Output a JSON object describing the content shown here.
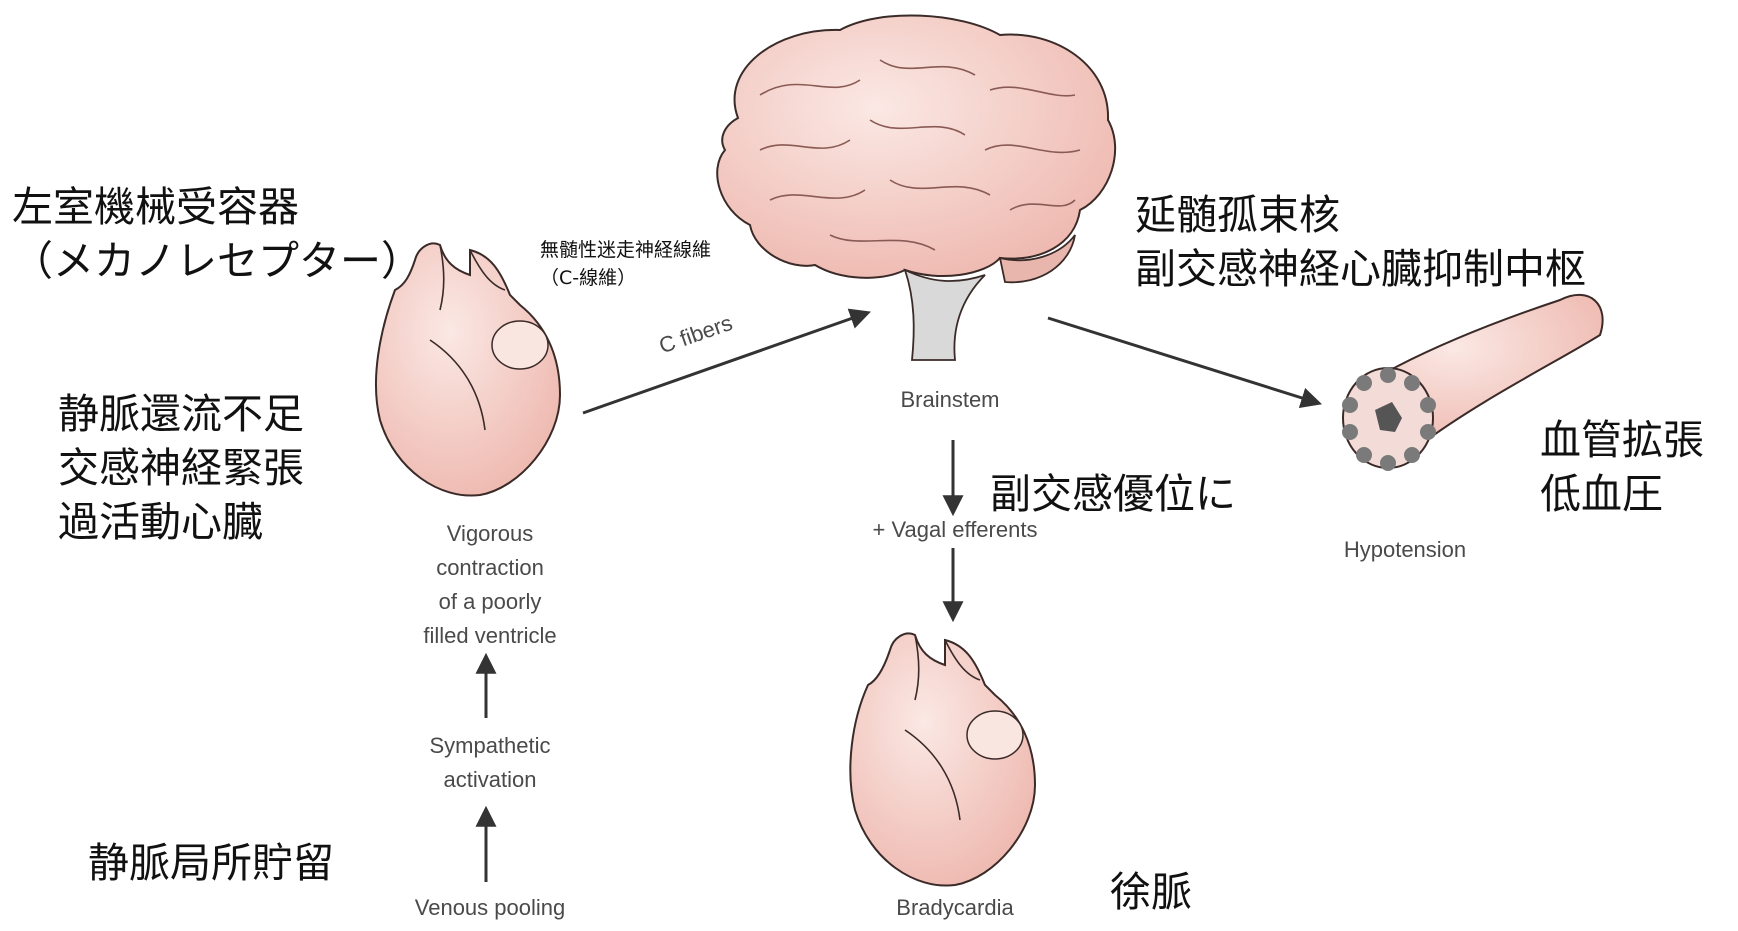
{
  "english_labels": {
    "c_fibers": "C fibers",
    "brainstem": "Brainstem",
    "vagal_efferents": "+ Vagal efferents",
    "hypotension": "Hypotension",
    "vigorous": [
      "Vigorous",
      "contraction",
      "of a poorly",
      "filled ventricle"
    ],
    "sympathetic": [
      "Sympathetic",
      "activation"
    ],
    "venous_pooling": "Venous pooling",
    "bradycardia": "Bradycardia"
  },
  "japanese_labels": {
    "mechanoreceptor": [
      "左室機械受容器",
      "（メカノレセプター）"
    ],
    "heart_state": [
      "静脈還流不足",
      "交感神経緊張",
      "過活動心臓"
    ],
    "venous_local": "静脈局所貯留",
    "c_fiber_jp": [
      "無髄性迷走神経線維",
      "（C-線維）"
    ],
    "nucleus": [
      "延髄孤束核",
      "副交感神経心臓抑制中枢"
    ],
    "parasympathetic": "副交感優位に",
    "vasodilation": [
      "血管拡張",
      "低血圧"
    ],
    "bradycardia_jp": "徐脈"
  },
  "colors": {
    "organ_fill": "#f2c9c2",
    "organ_light": "#fae6e1",
    "organ_outline": "#3a2a28",
    "brainstem_fill": "#d9d9d9",
    "arrow": "#333333",
    "vessel_dot": "#7a7a7a"
  }
}
